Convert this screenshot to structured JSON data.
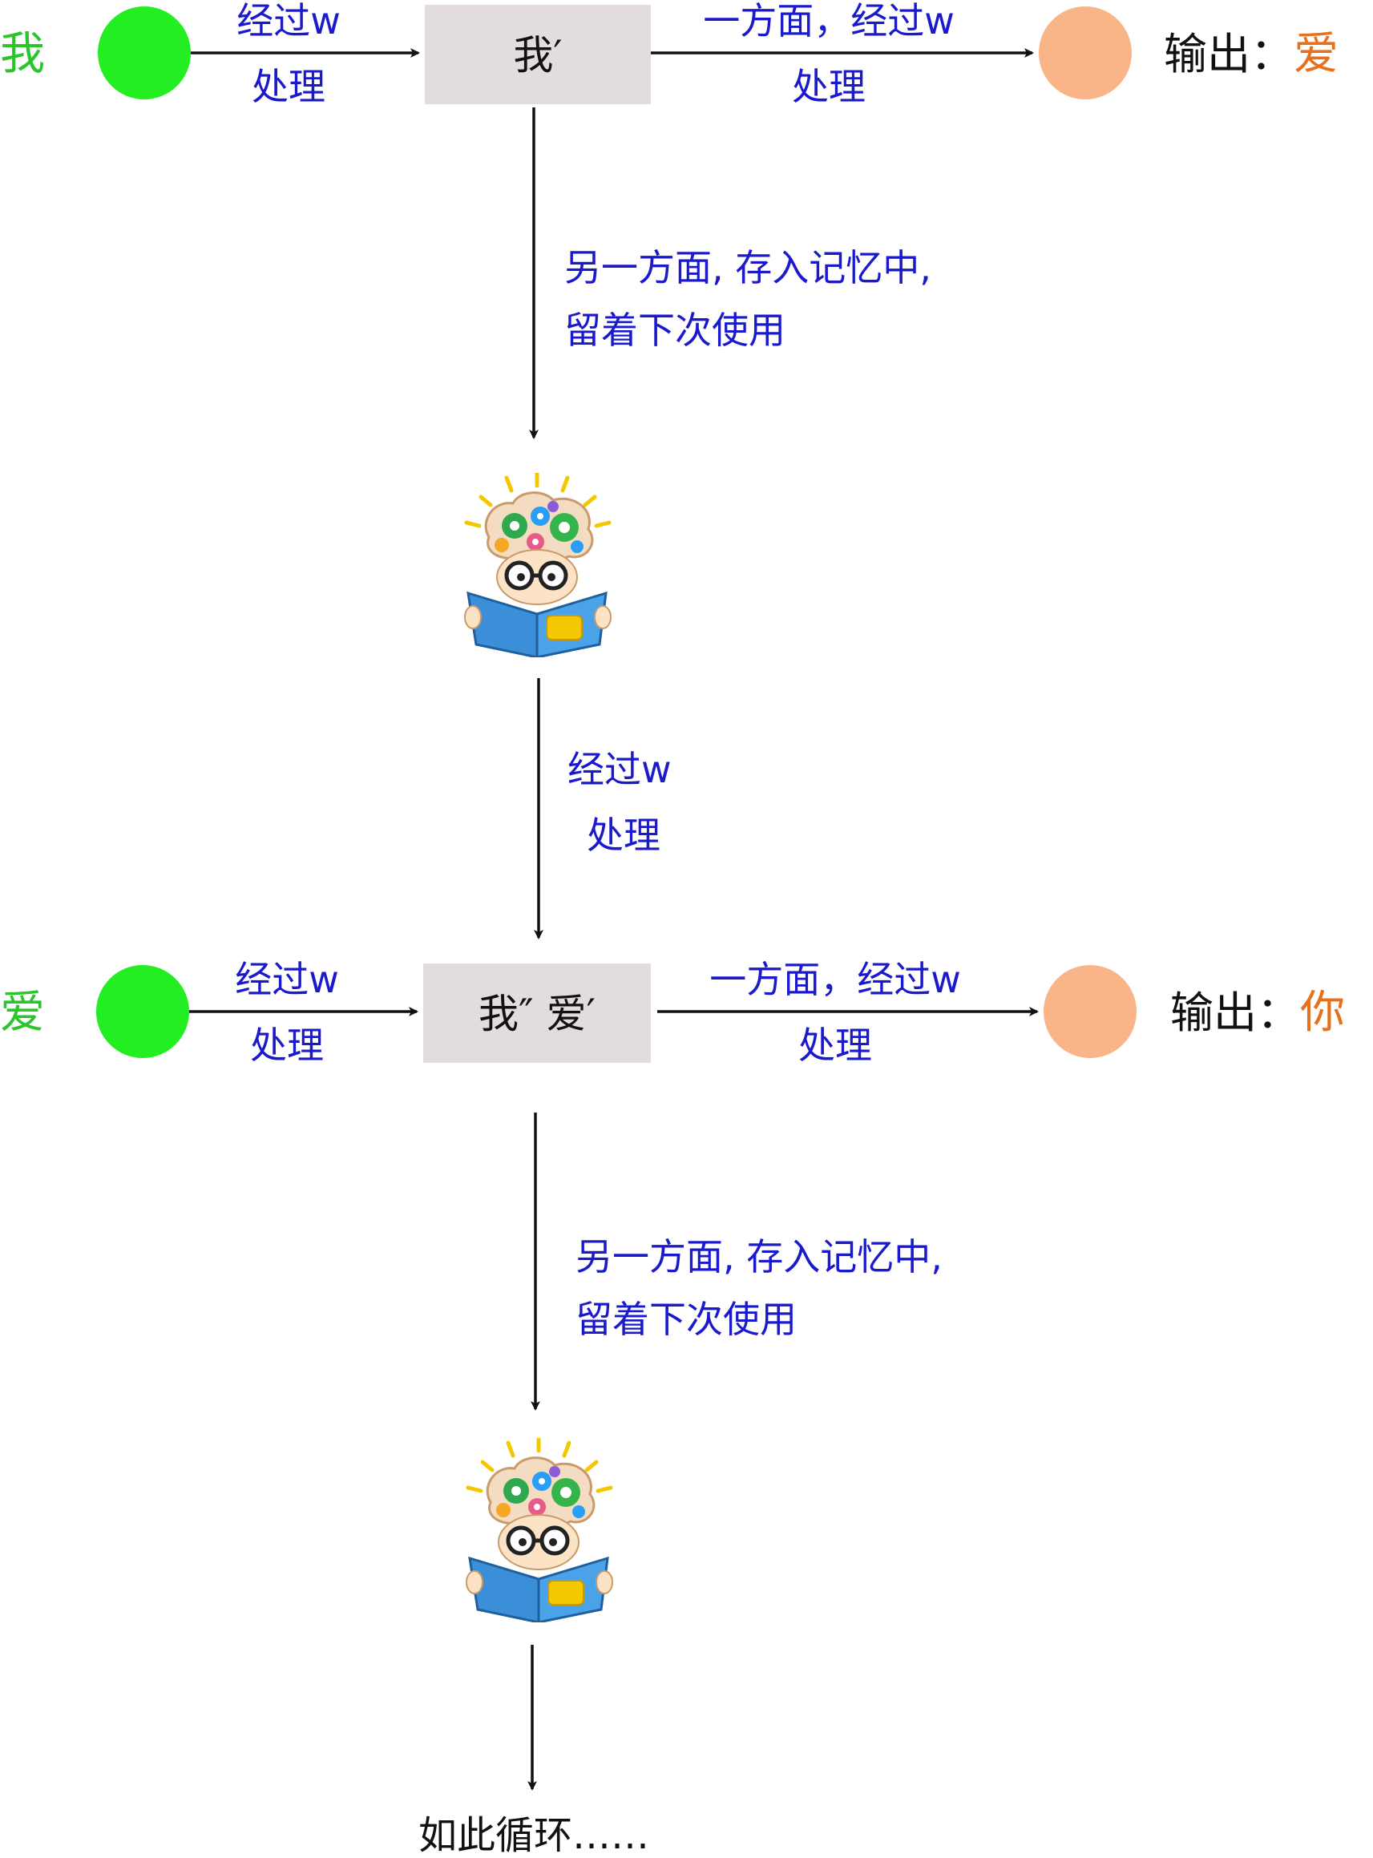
{
  "colors": {
    "input_node": "#22ee22",
    "output_node": "#f9b588",
    "box_fill": "#e2dcdc",
    "annotation_text": "#1a1acc",
    "input_text": "#2bc42b",
    "output_value_text": "#e8701a",
    "arrow": "#111111"
  },
  "stage1": {
    "input_char": "我",
    "arrow_in_top": "经过w",
    "arrow_in_bottom": "处理",
    "box_label": "我′",
    "arrow_out_top": "一方面，经过w",
    "arrow_out_bottom": "处理",
    "output_prefix": "输出：",
    "output_value": "爱",
    "memory_line1": "另一方面, 存入记忆中,",
    "memory_line2": "留着下次使用"
  },
  "link": {
    "top": "经过w",
    "bottom": "处理"
  },
  "stage2": {
    "input_char": "爱",
    "arrow_in_top": "经过w",
    "arrow_in_bottom": "处理",
    "box_label": "我″ 爱′",
    "arrow_out_top": "一方面，经过w",
    "arrow_out_bottom": "处理",
    "output_prefix": "输出：",
    "output_value": "你",
    "memory_line1": "另一方面, 存入记忆中,",
    "memory_line2": "留着下次使用"
  },
  "loop_text": "如此循环……",
  "icons": {
    "memory": "thinking-reader-icon"
  }
}
